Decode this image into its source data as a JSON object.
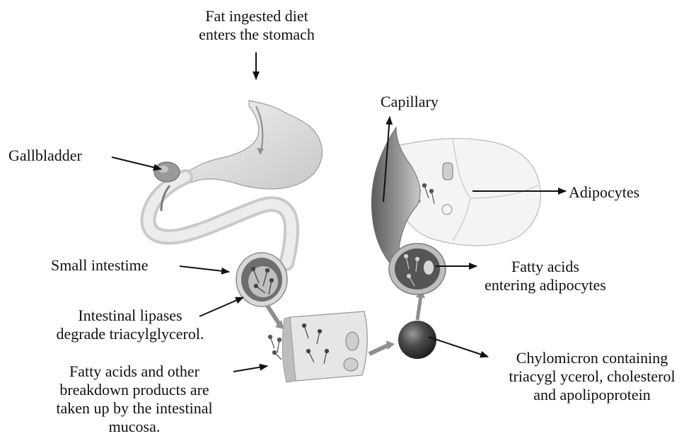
{
  "labels": {
    "fat_ingested": [
      "Fat ingested diet",
      "enters the stomach"
    ],
    "capillary": "Capillary",
    "gallbladder": "Gallbladder",
    "adipocytes": "Adipocytes",
    "small_intestine": "Small intestime",
    "fatty_acids_entering": [
      "Fatty acids",
      "entering adipocytes"
    ],
    "intestinal_lipases": [
      "Intestinal lipases",
      "degrade triacylglycerol."
    ],
    "chylomicron": [
      "Chylomicron containing",
      "triacygl ycerol, cholesterol",
      "and apolipoprotein"
    ],
    "fatty_acids_breakdown": [
      "Fatty acids and other",
      "breakdown products are",
      "taken up by the  intestinal",
      "mucosa."
    ]
  },
  "colors": {
    "ink": "#111111",
    "organ_fill": "#e3e3e3",
    "organ_shade": "#bdbdbd",
    "organ_dark": "#7a7a7a",
    "chylomicron": "#3c3c3c"
  }
}
